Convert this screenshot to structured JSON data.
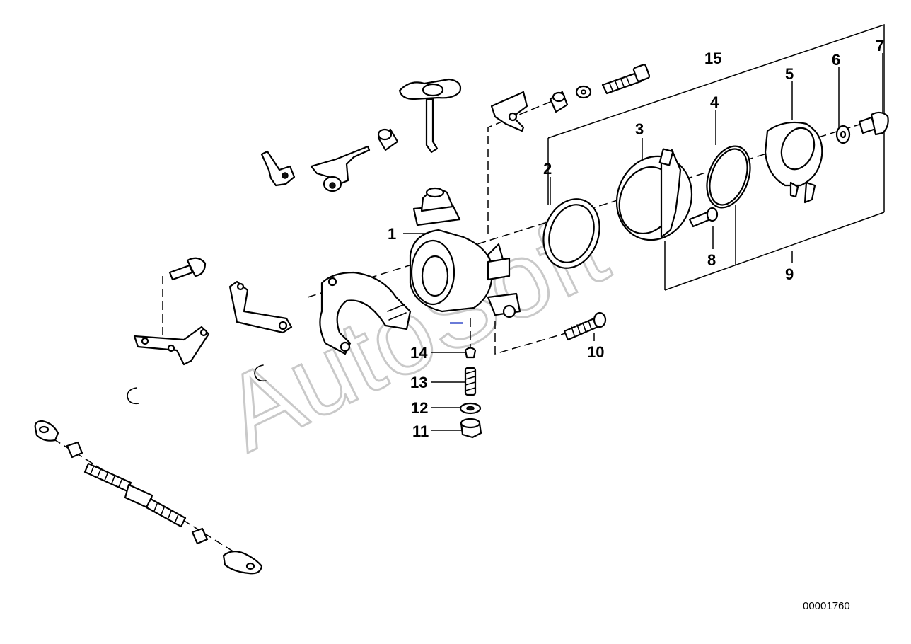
{
  "diagram": {
    "watermark": "AutoSoft",
    "document_number": "00001760",
    "callouts": [
      "1",
      "2",
      "3",
      "4",
      "5",
      "6",
      "7",
      "8",
      "9",
      "10",
      "11",
      "12",
      "13",
      "14",
      "15"
    ]
  }
}
